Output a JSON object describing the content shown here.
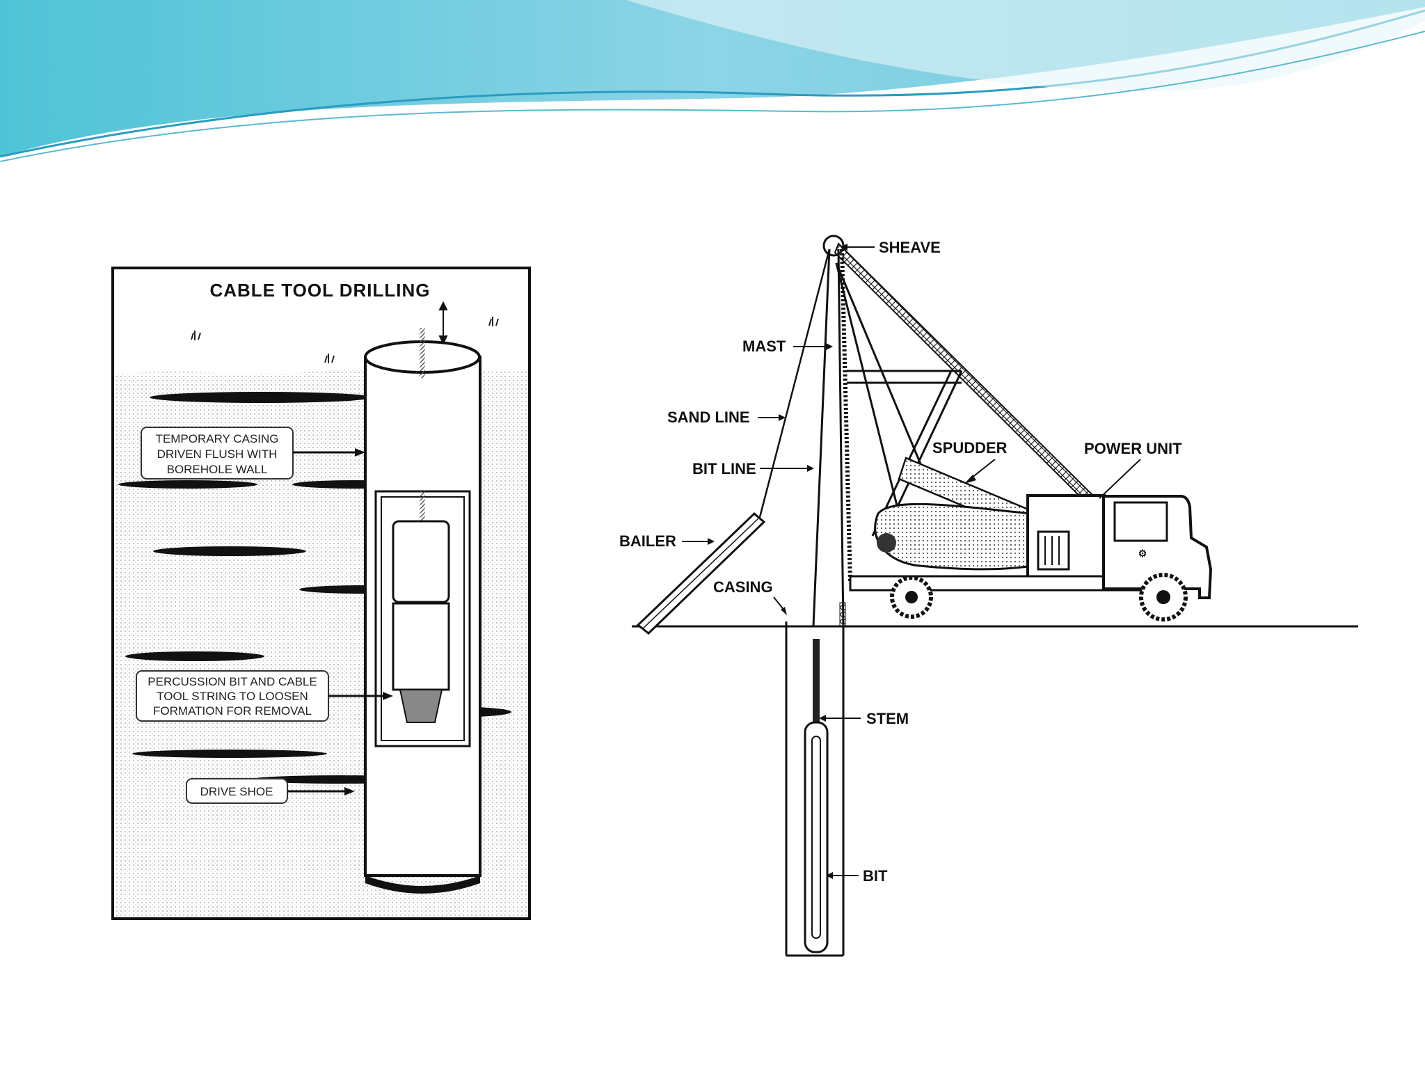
{
  "slide": {
    "background": "#ffffff",
    "wave_colors": [
      "#5fc6d8",
      "#8fd6e4",
      "#3aa7c6"
    ]
  },
  "left_figure": {
    "title": "CABLE TOOL DRILLING",
    "callout_temporary_casing": [
      "TEMPORARY CASING",
      "DRIVEN FLUSH WITH",
      "BOREHOLE WALL"
    ],
    "callout_percussion_bit": [
      "PERCUSSION BIT AND CABLE",
      "TOOL STRING TO LOOSEN",
      "FORMATION FOR REMOVAL"
    ],
    "callout_drive_shoe": "DRIVE SHOE"
  },
  "right_figure": {
    "labels": {
      "sheave": "SHEAVE",
      "mast": "MAST",
      "sand_line": "SAND LINE",
      "bit_line": "BIT LINE",
      "spudder": "SPUDDER",
      "power_unit": "POWER UNIT",
      "bailer": "BAILER",
      "casing": "CASING",
      "stem": "STEM",
      "bit": "BIT"
    }
  }
}
